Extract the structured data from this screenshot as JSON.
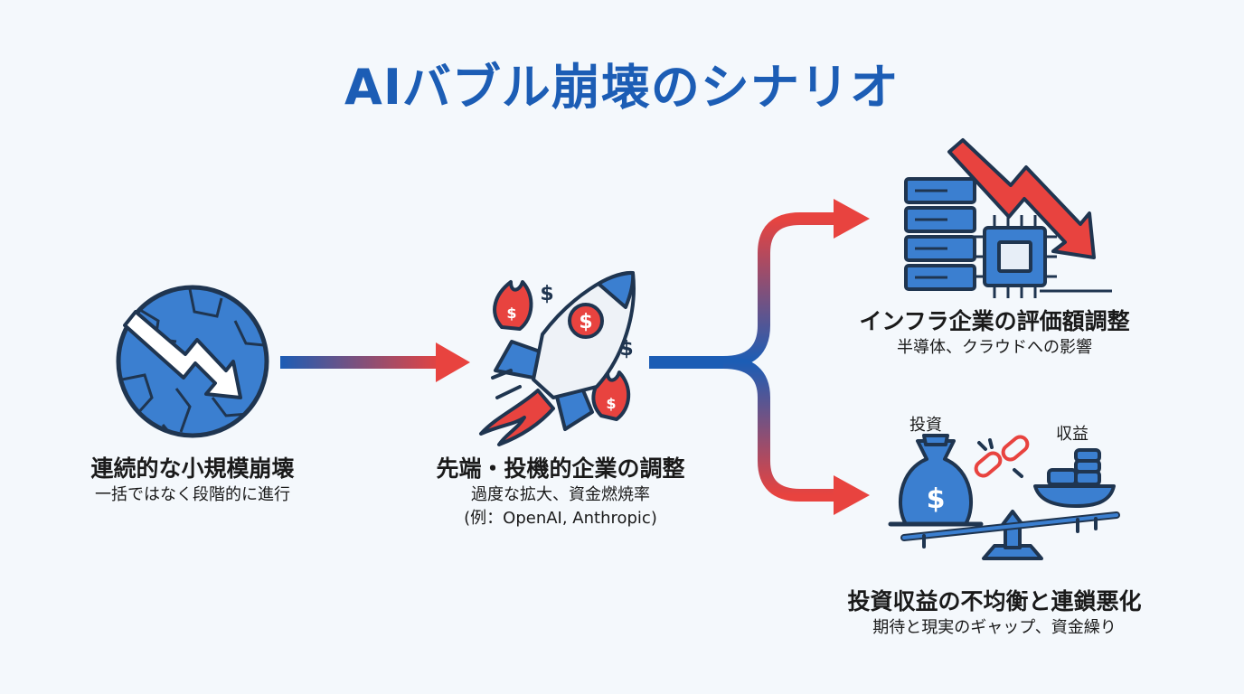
{
  "title": "AIバブル崩壊のシナリオ",
  "steps": [
    {
      "heading": "連続的な小規模崩壊",
      "sub1": "一括ではなく段階的に進行",
      "icon": "cracked-globe-icon"
    },
    {
      "heading": "先端・投機的企業の調整",
      "sub1": "過度な拡大、資金燃焼率",
      "sub2": "(例：OpenAI, Anthropic)",
      "icon": "rocket-icon"
    },
    {
      "heading": "インフラ企業の評価額調整",
      "sub1": "半導体、クラウドへの影響",
      "icon": "server-chip-icon"
    },
    {
      "heading": "投資収益の不均衡と連鎖悪化",
      "sub1": "期待と現実のギャップ、資金繰り",
      "icon": "balance-scale-icon"
    }
  ],
  "scale": {
    "left_label": "投資",
    "right_label": "収益"
  },
  "money_symbol": "$",
  "colors": {
    "primary": "#1c5db5",
    "accent": "#e8433f",
    "icon_blue": "#3b7fd0",
    "dark": "#1f3550"
  }
}
